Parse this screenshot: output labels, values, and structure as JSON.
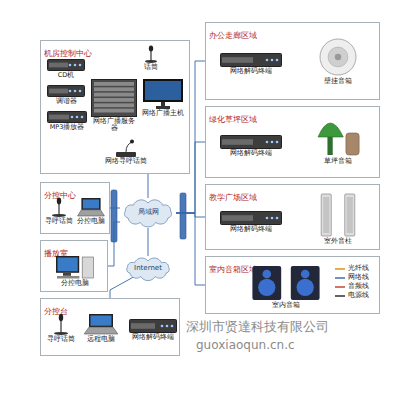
{
  "diagram": {
    "nodes": [
      {
        "text": [
          "机房控制中心"
        ]
      },
      {
        "text": [
          "话筒"
        ],
        "in": 0
      },
      {
        "text": [
          "CD机"
        ],
        "in": 0
      },
      {
        "text": [
          "调谐器"
        ],
        "in": 0
      },
      {
        "text": [
          "MP3播放器"
        ],
        "in": 0
      },
      {
        "text": [
          "网络广播服务器"
        ],
        "in": 0
      },
      {
        "text": [
          "网络广播主机"
        ],
        "in": 0
      },
      {
        "text": [
          "网络寻呼话筒"
        ],
        "in": 0
      },
      {
        "text": [
          "办公走廊区域"
        ]
      },
      {
        "text": [
          "网络解码终端"
        ],
        "in": 8
      },
      {
        "text": [
          "壁挂音箱"
        ],
        "in": 8
      },
      {
        "text": [
          "绿化草坪区域"
        ]
      },
      {
        "text": [
          "网络解码终端"
        ],
        "in": 11
      },
      {
        "text": [
          "草坪音箱"
        ],
        "in": 11
      },
      {
        "text": [
          "分控中心"
        ]
      },
      {
        "text": [
          "寻呼话筒"
        ],
        "in": 14
      },
      {
        "text": [
          "分控电脑"
        ],
        "in": 14
      },
      {
        "text": [
          "局域网"
        ]
      },
      {
        "text": [
          "教学广场区域"
        ]
      },
      {
        "text": [
          "网络解码终端"
        ],
        "in": 18
      },
      {
        "text": [
          "室外音柱"
        ],
        "in": 18
      },
      {
        "text": [
          "播放室"
        ]
      },
      {
        "text": [
          "分控电脑"
        ],
        "in": 21
      },
      {
        "text": [
          "Internet"
        ]
      },
      {
        "text": [
          "室内音箱区域"
        ]
      },
      {
        "text": [
          "室内音箱"
        ],
        "in": 24
      },
      {
        "text": [
          "分控台"
        ]
      },
      {
        "text": [
          "寻呼话筒"
        ],
        "in": 26
      },
      {
        "text": [
          "远程电脑"
        ],
        "in": 26
      },
      {
        "text": [
          "网络解码终端"
        ],
        "in": 26
      }
    ],
    "edges": [
      {
        "from": 0,
        "to": 17,
        "arrow": "none"
      },
      {
        "from": 14,
        "to": 17,
        "arrow": "none"
      },
      {
        "from": 21,
        "to": 17,
        "arrow": "none"
      },
      {
        "from": 17,
        "to": 23,
        "arrow": "none"
      },
      {
        "from": 23,
        "to": 26,
        "arrow": "none"
      },
      {
        "from": 17,
        "to": 8,
        "arrow": "none"
      },
      {
        "from": 17,
        "to": 11,
        "arrow": "none"
      },
      {
        "from": 17,
        "to": 18,
        "arrow": "none"
      },
      {
        "from": 17,
        "to": 24,
        "arrow": "none"
      }
    ],
    "labels": [
      "深圳市贤達科技有限公司",
      "guoxiaoqun.cn.c"
    ],
    "legend": [
      {
        "text": "光纤线"
      },
      {
        "text": "网络线"
      },
      {
        "text": "音频线"
      },
      {
        "text": "电源线"
      }
    ]
  }
}
